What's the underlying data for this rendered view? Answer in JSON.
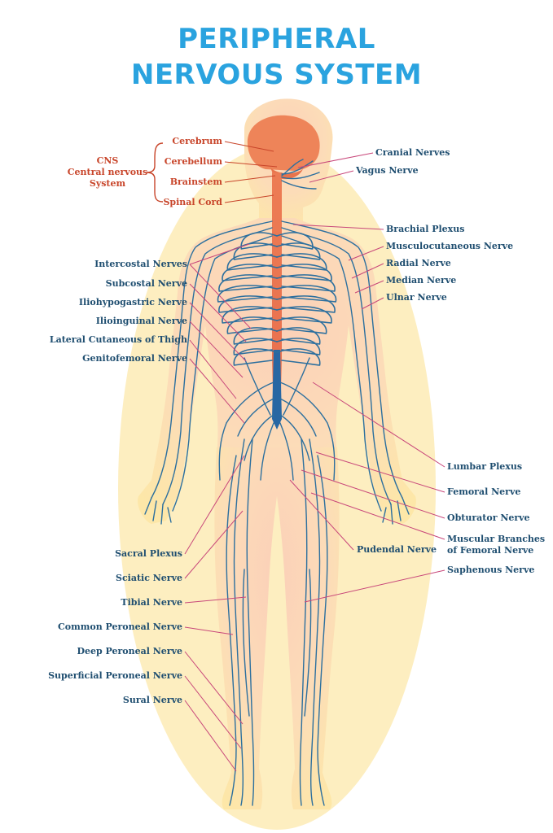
{
  "title": {
    "line1": "PERIPHERAL",
    "line2": "NERVOUS SYSTEM"
  },
  "colors": {
    "title": "#2aa3df",
    "label_blue": "#1f4e70",
    "label_red": "#c8452a",
    "leader": "#c8477a",
    "nerve": "#2c6f9e",
    "nerve_light": "#3f9fd0",
    "spinal_cord": "#ea7a52",
    "brain": "#ed8459",
    "body_skin": "#fcd9b5",
    "body_glow": "#fde6a6",
    "head_skin": "#fbc5b0"
  },
  "cns": {
    "group_label": [
      "CNS",
      "Central nervous",
      "System"
    ],
    "items": [
      "Cerebrum",
      "Cerebellum",
      "Brainstem",
      "Spinal Cord"
    ]
  },
  "labels_left": [
    "Intercostal Nerves",
    "Subcostal Nerve",
    "Iliohypogastric Nerve",
    "Ilioinguinal Nerve",
    "Lateral Cutaneous of Thigh",
    "Genitofemoral Nerve",
    "Sacral Plexus",
    "Sciatic Nerve",
    "Tibial Nerve",
    "Common Peroneal Nerve",
    "Deep Peroneal Nerve",
    "Superficial Peroneal Nerve",
    "Sural Nerve"
  ],
  "labels_right": [
    "Cranial Nerves",
    "Vagus Nerve",
    "Brachial Plexus",
    "Musculocutaneous Nerve",
    "Radial Nerve",
    "Median Nerve",
    "Ulnar Nerve",
    "Lumbar Plexus",
    "Femoral Nerve",
    "Obturator Nerve",
    "Muscular Branches",
    "of Femoral Nerve",
    "Pudendal Nerve",
    "Saphenous Nerve"
  ]
}
